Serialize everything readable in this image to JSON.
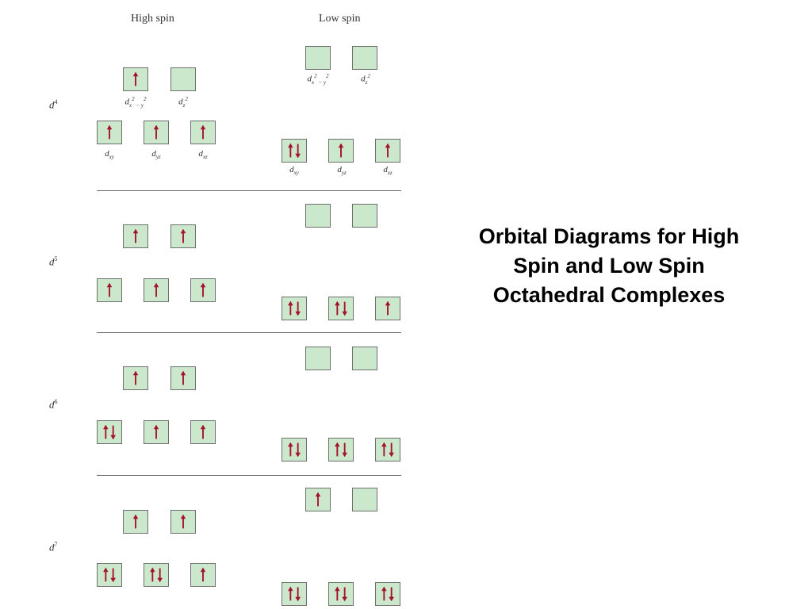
{
  "title": "Orbital Diagrams for High Spin and Low Spin Octahedral Complexes",
  "headers": {
    "high_spin": "High spin",
    "low_spin": "Low spin"
  },
  "orbital_labels": {
    "dx2y2_base": "d",
    "dx2y2_sub": "x",
    "dx2y2_sup": "2",
    "dx2y2_tail": " − y",
    "dx2y2_tail_sup": "2",
    "dz2_base": "d",
    "dz2_sub": "z",
    "dz2_sup": "2",
    "dxy_base": "d",
    "dxy_sub": "xy",
    "dyz_base": "d",
    "dyz_sub": "yz",
    "dxz_base": "d",
    "dxz_sub": "xz"
  },
  "colors": {
    "box_fill": "#cce8cc",
    "box_border": "#6e6e6e",
    "arrow": "#a3122a"
  },
  "configs": [
    {
      "base": "d",
      "exp": "4",
      "high_spin": {
        "eg": [
          "up",
          "empty"
        ],
        "t2g": [
          "up",
          "up",
          "up"
        ]
      },
      "low_spin": {
        "eg": [
          "empty",
          "empty"
        ],
        "t2g": [
          "pair",
          "up",
          "up"
        ]
      }
    },
    {
      "base": "d",
      "exp": "5",
      "high_spin": {
        "eg": [
          "up",
          "up"
        ],
        "t2g": [
          "up",
          "up",
          "up"
        ]
      },
      "low_spin": {
        "eg": [
          "empty",
          "empty"
        ],
        "t2g": [
          "pair",
          "pair",
          "up"
        ]
      }
    },
    {
      "base": "d",
      "exp": "6",
      "high_spin": {
        "eg": [
          "up",
          "up"
        ],
        "t2g": [
          "pair",
          "up",
          "up"
        ]
      },
      "low_spin": {
        "eg": [
          "empty",
          "empty"
        ],
        "t2g": [
          "pair",
          "pair",
          "pair"
        ]
      }
    },
    {
      "base": "d",
      "exp": "7",
      "high_spin": {
        "eg": [
          "up",
          "up"
        ],
        "t2g": [
          "pair",
          "pair",
          "up"
        ]
      },
      "low_spin": {
        "eg": [
          "up",
          "empty"
        ],
        "t2g": [
          "pair",
          "pair",
          "pair"
        ]
      }
    }
  ]
}
